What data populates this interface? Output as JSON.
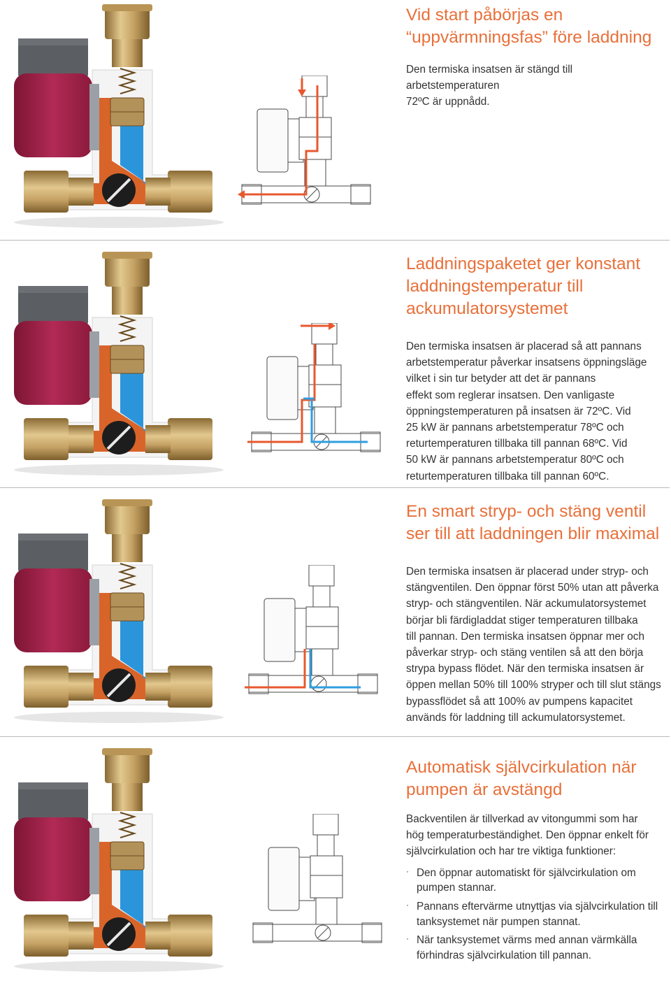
{
  "colors": {
    "accent": "#e8703a",
    "hot": "#e8582e",
    "cold": "#2f9ee0",
    "pump": "#a8224a",
    "brass": "#c5a164"
  },
  "sections": [
    {
      "title": "Vid start påbörjas en\n“uppvärmningsfas” före laddning",
      "body": "Den termiska insatsen är stängd till arbetstemperaturen\n72ºC är uppnådd."
    },
    {
      "title": "Laddningspaketet ger konstant\nladdningstemperatur till\nackumulatorsystemet",
      "body": "Den termiska insatsen är placerad så att pannans\narbetstemperatur påverkar insatsens öppningsläge\nvilket i sin tur betyder att det är pannans\neffekt som reglerar insatsen. Den vanligaste\nöppningstemperaturen på insatsen är 72ºC. Vid\n25 kW är pannans arbetstemperatur 78ºC och\nreturtemperaturen tillbaka till pannan 68ºC. Vid\n50 kW är pannans arbetstemperatur 80ºC och\nreturtemperaturen tillbaka till pannan 60ºC."
    },
    {
      "title": "En smart stryp- och stäng ventil\nser till att laddningen blir maximal",
      "body": "Den termiska insatsen är placerad under stryp- och\nstängventilen. Den öppnar först 50% utan att påverka\nstryp- och stängventilen. När ackumulatorsystemet\nbörjar bli färdigladdat stiger temperaturen tillbaka\ntill pannan. Den termiska insatsen öppnar mer och\npåverkar stryp- och stäng ventilen så att den börja\nstrypa bypass flödet. När den termiska insatsen är\nöppen mellan 50% till 100% stryper och till slut stängs\nbypassflödet så att 100% av pumpens kapacitet\nanvänds för laddning till ackumulatorsystemet."
    },
    {
      "title": "Automatisk självcirkulation när\npumpen är avstängd",
      "body": "Backventilen är tillverkad av vitongummi som har\nhög temperaturbeständighet. Den öppnar enkelt för\nsjälvcirkulation och har tre viktiga funktioner:",
      "bullets": [
        "Den öppnar automatiskt för självcirkulation om\npumpen stannar.",
        "Pannans eftervärme utnyttjas via självcirkulation till\ntanksystemet när pumpen stannat.",
        "När tanksystemet värms med annan värmkälla\nförhindras självcirkulation till pannan."
      ]
    }
  ],
  "bullet_char": "·"
}
